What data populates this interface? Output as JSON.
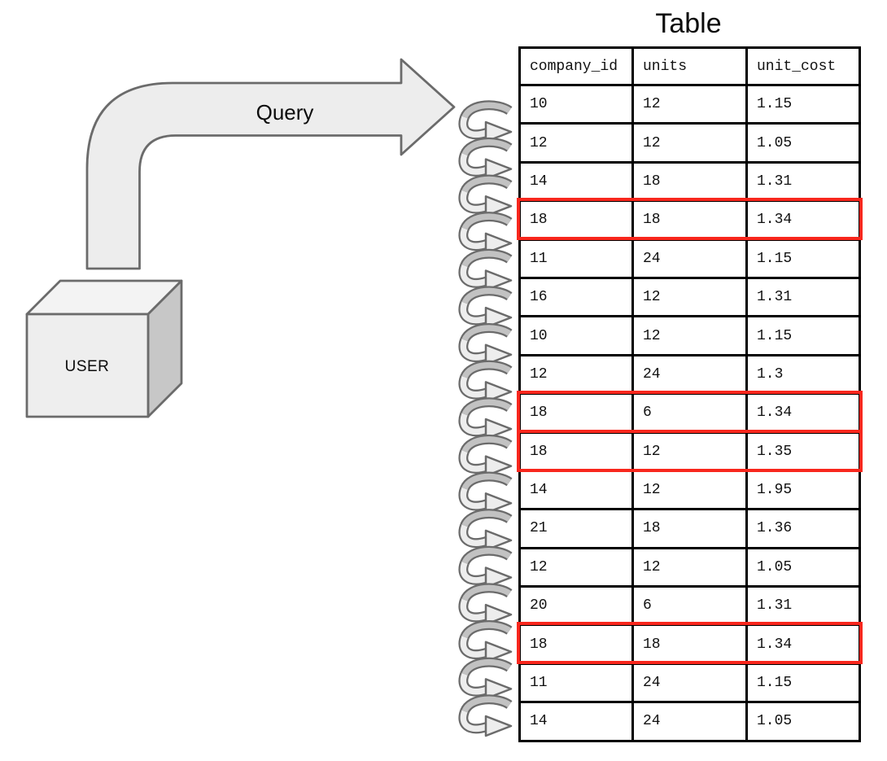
{
  "diagram": {
    "user_box": {
      "label": "USER"
    },
    "query_arrow": {
      "label": "Query"
    },
    "loops": {
      "icon": "loop-arrow-icon"
    }
  },
  "table": {
    "title": "Table",
    "columns": [
      "company_id",
      "units",
      "unit_cost"
    ],
    "rows": [
      {
        "company_id": "10",
        "units": "12",
        "unit_cost": "1.15",
        "highlighted": false
      },
      {
        "company_id": "12",
        "units": "12",
        "unit_cost": "1.05",
        "highlighted": false
      },
      {
        "company_id": "14",
        "units": "18",
        "unit_cost": "1.31",
        "highlighted": false
      },
      {
        "company_id": "18",
        "units": "18",
        "unit_cost": "1.34",
        "highlighted": true
      },
      {
        "company_id": "11",
        "units": "24",
        "unit_cost": "1.15",
        "highlighted": false
      },
      {
        "company_id": "16",
        "units": "12",
        "unit_cost": "1.31",
        "highlighted": false
      },
      {
        "company_id": "10",
        "units": "12",
        "unit_cost": "1.15",
        "highlighted": false
      },
      {
        "company_id": "12",
        "units": "24",
        "unit_cost": "1.3",
        "highlighted": false
      },
      {
        "company_id": "18",
        "units": "6",
        "unit_cost": "1.34",
        "highlighted": true
      },
      {
        "company_id": "18",
        "units": "12",
        "unit_cost": "1.35",
        "highlighted": true
      },
      {
        "company_id": "14",
        "units": "12",
        "unit_cost": "1.95",
        "highlighted": false
      },
      {
        "company_id": "21",
        "units": "18",
        "unit_cost": "1.36",
        "highlighted": false
      },
      {
        "company_id": "12",
        "units": "12",
        "unit_cost": "1.05",
        "highlighted": false
      },
      {
        "company_id": "20",
        "units": "6",
        "unit_cost": "1.31",
        "highlighted": false
      },
      {
        "company_id": "18",
        "units": "18",
        "unit_cost": "1.34",
        "highlighted": true
      },
      {
        "company_id": "11",
        "units": "24",
        "unit_cost": "1.15",
        "highlighted": false
      },
      {
        "company_id": "14",
        "units": "24",
        "unit_cost": "1.05",
        "highlighted": false
      }
    ]
  },
  "colors": {
    "highlight_red": "#f8271d",
    "outline_gray": "#6b6b6b",
    "arrow_fill": "#ededed",
    "box_front_fill": "#eeeeee",
    "box_top_fill": "#f3f3f3",
    "box_side_fill": "#c7c7c7",
    "loop_dark_fill": "#c2c2c2",
    "loop_light_fill": "#ededed",
    "table_border": "#000000"
  }
}
